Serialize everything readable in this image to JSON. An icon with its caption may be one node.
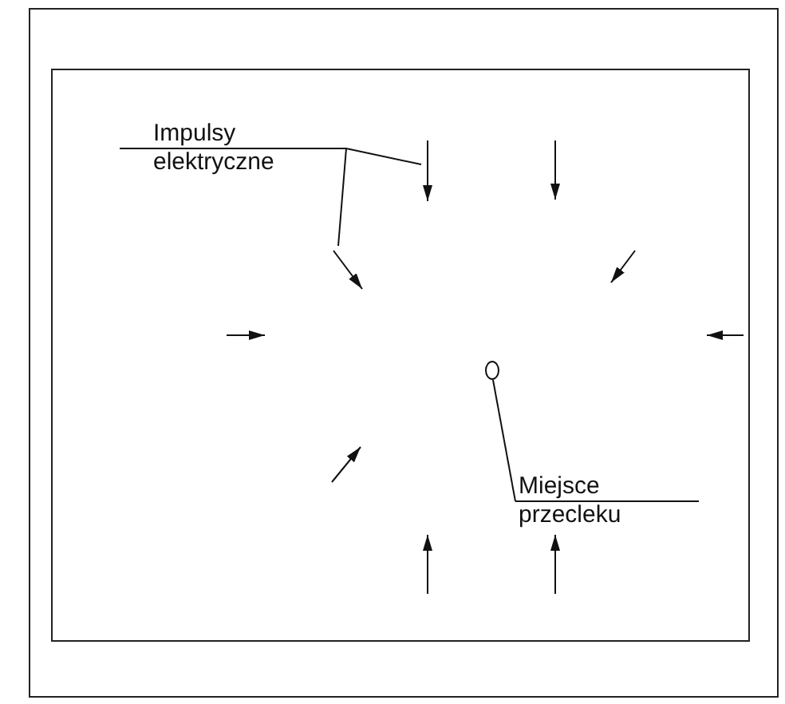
{
  "diagram": {
    "nodes": [
      {
        "text": [
          "Impulsy",
          "elektryczne"
        ]
      },
      {
        "text": [],
        "shape": "arrow"
      },
      {
        "text": [],
        "shape": "arrow"
      },
      {
        "text": [],
        "shape": "circle"
      },
      {
        "text": [
          "Miejsce",
          "przecleku"
        ]
      }
    ],
    "edges": [
      {
        "from": 0,
        "to": 1,
        "arrow": "none"
      },
      {
        "from": 0,
        "to": 2,
        "arrow": "none"
      },
      {
        "from": 4,
        "to": 3,
        "arrow": "none"
      }
    ]
  }
}
